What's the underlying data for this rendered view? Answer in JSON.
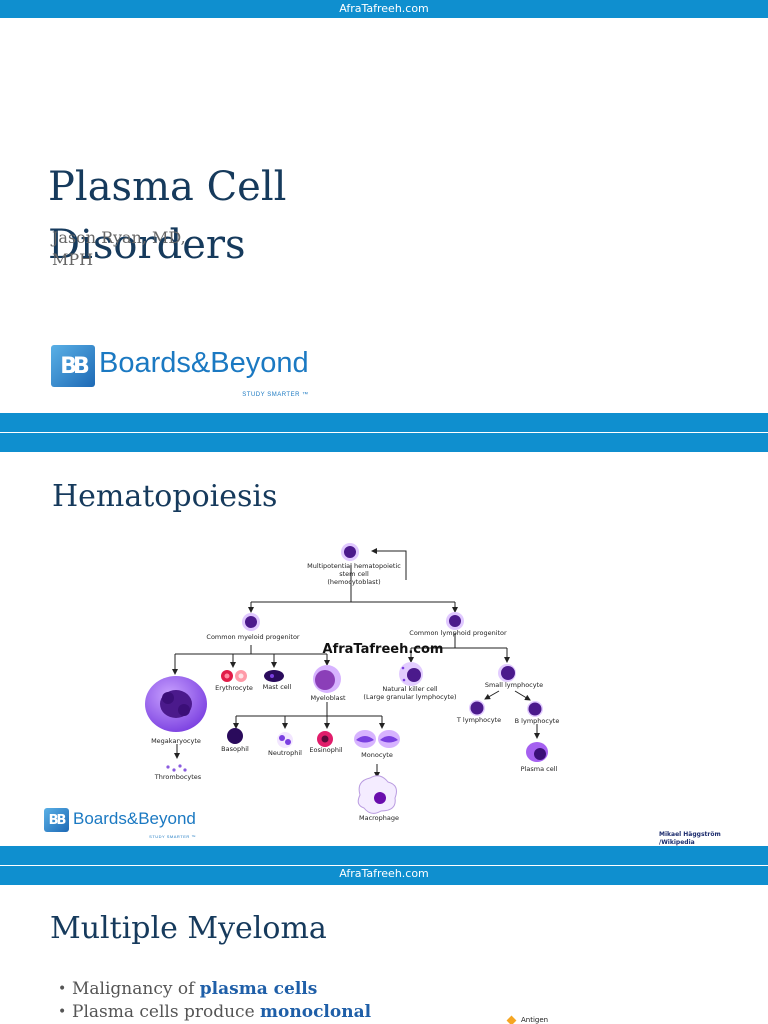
{
  "watermark": "AfraTafreeh.com",
  "colors": {
    "band": "#0f8fcf",
    "title": "#163a5c",
    "logo": "#1b79c2",
    "cell_purple": "#4b1a8c"
  },
  "slide1": {
    "title_line1": "Plasma Cell",
    "title_line2": "Disorders",
    "author_line1": "Jason Ryan, MD,",
    "author_line2": "MPH",
    "logo": {
      "mark": "BB",
      "word": "Boards&Beyond",
      "tagline": "STUDY SMARTER ™"
    }
  },
  "slide2": {
    "title": "Hematopoiesis",
    "diagram_watermark": "AfraTafreeh.com",
    "credit_line1": "Mikael Häggström",
    "credit_line2": "/Wikipedia",
    "logo": {
      "mark": "BB",
      "word": "Boards&Beyond",
      "tagline": "STUDY SMARTER ™"
    },
    "labels": {
      "stem1": "Multipotential hematopoietic",
      "stem2": "stem cell",
      "stem3": "(hemocytoblast)",
      "myeloid": "Common myeloid progenitor",
      "lymphoid": "Common lymphoid progenitor",
      "erythrocyte": "Erythrocyte",
      "mast": "Mast cell",
      "myeloblast": "Myeloblast",
      "nk1": "Natural killer cell",
      "nk2": "(Large granular lymphocyte)",
      "small": "Small lymphocyte",
      "megakaryocyte": "Megakaryocyte",
      "thrombocytes": "Thrombocytes",
      "basophil": "Basophil",
      "neutrophil": "Neutrophil",
      "eosinophil": "Eosinophil",
      "monocyte": "Monocyte",
      "macrophage": "Macrophage",
      "tcell": "T lymphocyte",
      "bcell": "B lymphocyte",
      "plasma": "Plasma cell"
    }
  },
  "slide3": {
    "title": "Multiple Myeloma",
    "bullet1_pre": "Malignancy of ",
    "bullet1_hl": "plasma cells",
    "bullet2_pre": "Plasma cells produce ",
    "bullet2_hl": "monoclonal",
    "side_label": "Antigen"
  }
}
